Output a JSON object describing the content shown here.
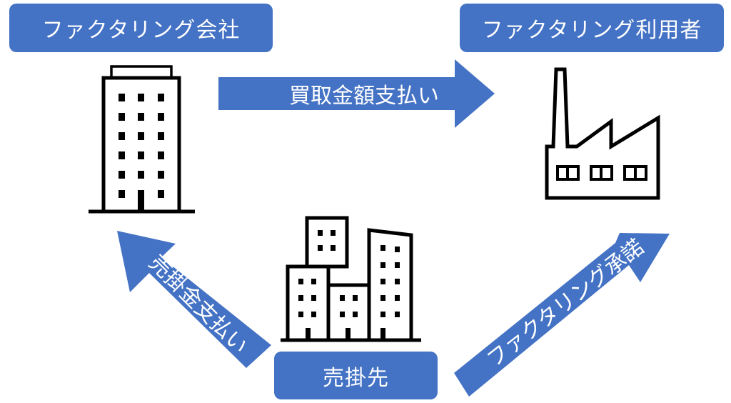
{
  "nodes": {
    "factoring_company": "ファクタリング会社",
    "factoring_user": "ファクタリング利用者",
    "customer": "売掛先"
  },
  "arrows": {
    "purchase_payment": "買取金額支払い",
    "receivable_payment": "売掛金支払い",
    "factoring_approval": "ファクタリング承諾"
  },
  "icons": {
    "factoring_company": "office-building-icon",
    "factoring_user": "factory-icon",
    "customer": "city-buildings-icon"
  },
  "colors": {
    "accent": "#4472c4",
    "text_on_accent": "#ffffff",
    "icon_stroke": "#000000"
  }
}
